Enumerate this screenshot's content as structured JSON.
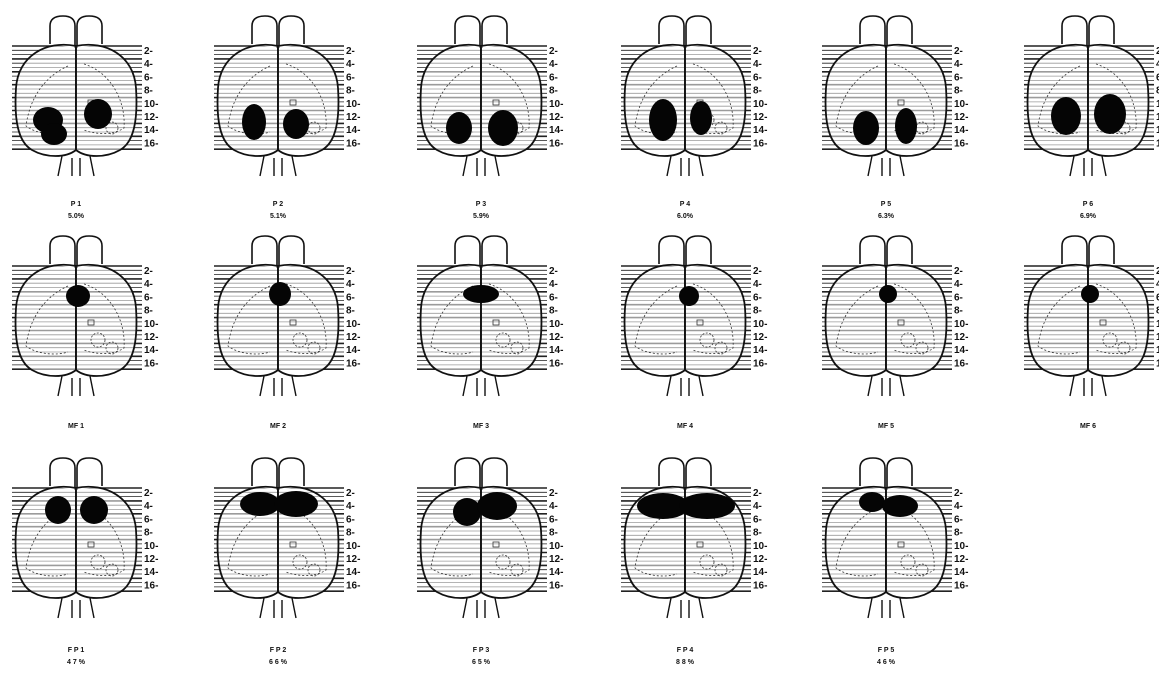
{
  "scale_ticks": [
    "2",
    "4",
    "6",
    "8",
    "10",
    "12",
    "14",
    "16"
  ],
  "rows": [
    {
      "group": "P",
      "panels": [
        {
          "name": "P 1",
          "value": "5.0%",
          "lesion": [
            [
              -28,
              22,
              15,
              13
            ],
            [
              -22,
              36,
              13,
              11
            ],
            [
              22,
              16,
              14,
              15
            ]
          ]
        },
        {
          "name": "P 2",
          "value": "5.1%",
          "lesion": [
            [
              -24,
              24,
              12,
              18
            ],
            [
              18,
              26,
              13,
              15
            ]
          ]
        },
        {
          "name": "P 3",
          "value": "5.9%",
          "lesion": [
            [
              -22,
              30,
              13,
              16
            ],
            [
              22,
              30,
              15,
              18
            ]
          ]
        },
        {
          "name": "P 4",
          "value": "6.0%",
          "lesion": [
            [
              -22,
              22,
              14,
              21
            ],
            [
              16,
              20,
              11,
              17
            ]
          ]
        },
        {
          "name": "P 5",
          "value": "6.3%",
          "lesion": [
            [
              -20,
              30,
              13,
              17
            ],
            [
              20,
              28,
              11,
              18
            ]
          ]
        },
        {
          "name": "P 6",
          "value": "6.9%",
          "lesion": [
            [
              -22,
              18,
              15,
              19
            ],
            [
              22,
              16,
              16,
              20
            ]
          ]
        }
      ]
    },
    {
      "group": "MF",
      "panels": [
        {
          "name": "MF 1",
          "value": "",
          "lesion": [
            [
              2,
              -22,
              12,
              11
            ]
          ]
        },
        {
          "name": "MF 2",
          "value": "",
          "lesion": [
            [
              2,
              -24,
              11,
              12
            ]
          ]
        },
        {
          "name": "MF 3",
          "value": "",
          "lesion": [
            [
              0,
              -24,
              18,
              9
            ]
          ]
        },
        {
          "name": "MF 4",
          "value": "",
          "lesion": [
            [
              4,
              -22,
              10,
              10
            ]
          ]
        },
        {
          "name": "MF 5",
          "value": "",
          "lesion": [
            [
              2,
              -24,
              9,
              9
            ]
          ]
        },
        {
          "name": "MF 6",
          "value": "",
          "lesion": [
            [
              2,
              -24,
              9,
              9
            ]
          ]
        }
      ]
    },
    {
      "group": "FP",
      "panels": [
        {
          "name": "F P  1",
          "value": "4 7 %",
          "lesion": [
            [
              -18,
              -30,
              13,
              14
            ],
            [
              18,
              -30,
              14,
              14
            ]
          ]
        },
        {
          "name": "F P  2",
          "value": "6 6 %",
          "lesion": [
            [
              -18,
              -36,
              20,
              12
            ],
            [
              18,
              -36,
              22,
              13
            ]
          ]
        },
        {
          "name": "F P  3",
          "value": "6 5 %",
          "lesion": [
            [
              -14,
              -28,
              14,
              14
            ],
            [
              16,
              -34,
              20,
              14
            ]
          ]
        },
        {
          "name": "F P  4",
          "value": "8 8 %",
          "lesion": [
            [
              -22,
              -34,
              26,
              13
            ],
            [
              22,
              -34,
              28,
              13
            ]
          ]
        },
        {
          "name": "F P  5",
          "value": "4 6 %",
          "lesion": [
            [
              -14,
              -38,
              13,
              10
            ],
            [
              14,
              -34,
              18,
              11
            ]
          ]
        }
      ]
    }
  ]
}
